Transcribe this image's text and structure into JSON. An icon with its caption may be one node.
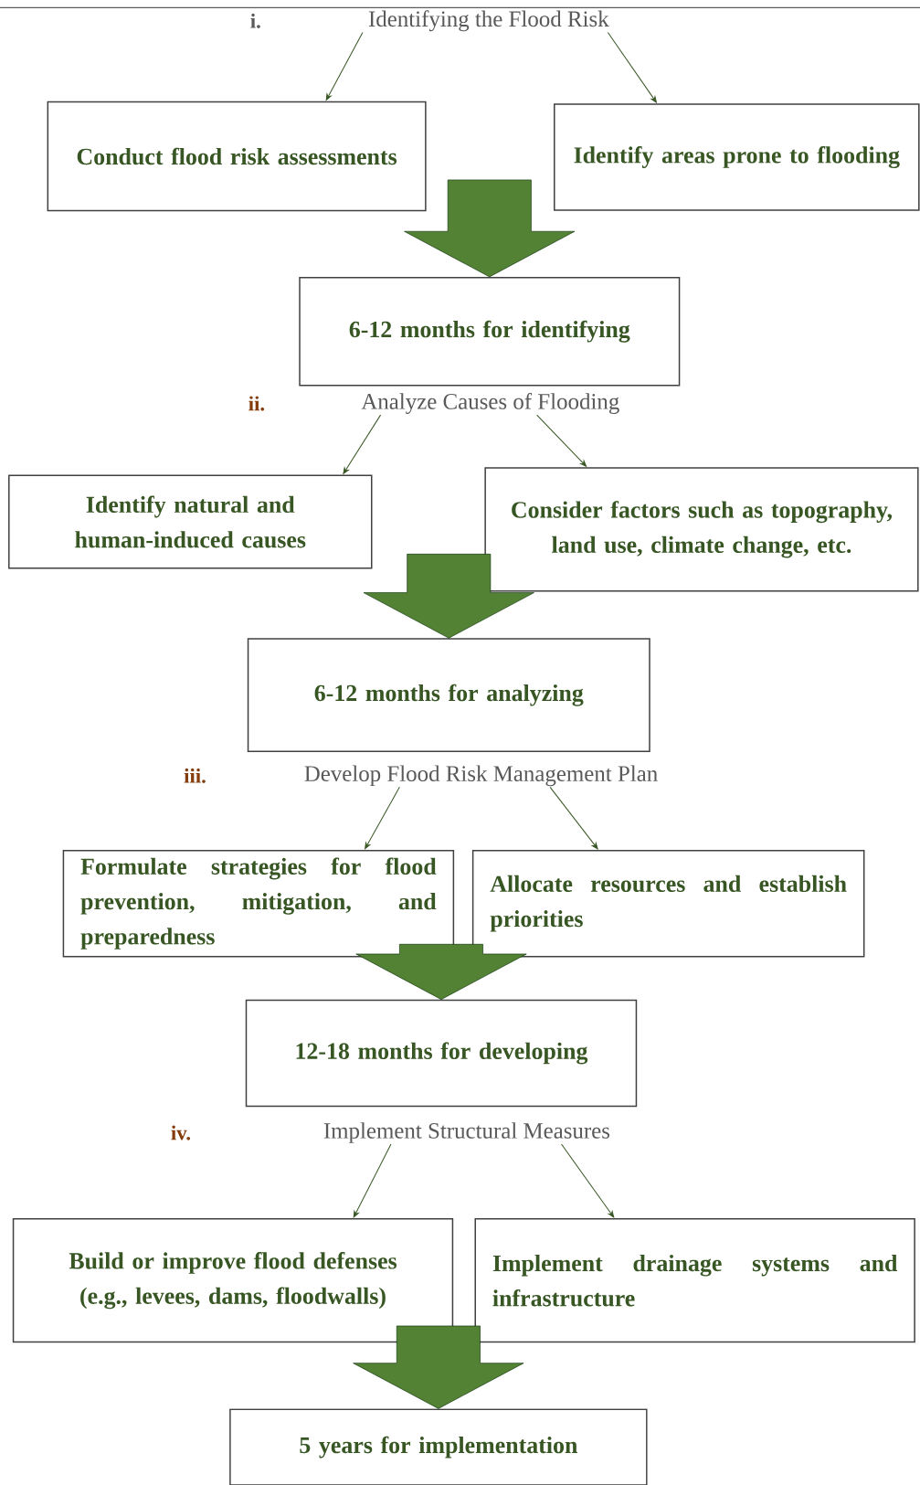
{
  "diagram": {
    "nodes": [
      {
        "text": [
          "Identifying the Flood Risk"
        ]
      },
      {
        "text": [
          "Conduct flood risk assessments"
        ]
      },
      {
        "text": [
          "Identify areas prone to flooding"
        ]
      },
      {
        "text": [
          "6-12 months for identifying"
        ]
      },
      {
        "text": [
          "Analyze Causes of Flooding"
        ]
      },
      {
        "text": [
          "Identify natural and human-induced causes"
        ]
      },
      {
        "text": [
          "Consider factors such as topography, land use, climate change, etc."
        ]
      },
      {
        "text": [
          "6-12 months for analyzing"
        ]
      },
      {
        "text": [
          "Develop Flood Risk Management Plan"
        ]
      },
      {
        "text": [
          "Formulate strategies for flood prevention, mitigation, and preparedness"
        ]
      },
      {
        "text": [
          "Allocate resources and establish priorities"
        ]
      },
      {
        "text": [
          "12-18 months for developing"
        ]
      },
      {
        "text": [
          "Implement Structural Measures"
        ]
      },
      {
        "text": [
          "Build or improve flood defenses (e.g., levees, dams, floodwalls)"
        ]
      },
      {
        "text": [
          "Implement drainage systems and infrastructure"
        ]
      },
      {
        "text": [
          "5 years for implementation"
        ]
      }
    ],
    "edges": [
      {
        "from": 0,
        "to": 1,
        "arrow": "to"
      },
      {
        "from": 0,
        "to": 2,
        "arrow": "to"
      },
      {
        "from": null,
        "to": 3,
        "arrow": "to",
        "style": "thick",
        "color": "#548235"
      },
      {
        "from": 4,
        "to": 5,
        "arrow": "to"
      },
      {
        "from": 4,
        "to": 6,
        "arrow": "to"
      },
      {
        "from": null,
        "to": 7,
        "arrow": "to",
        "style": "thick",
        "color": "#548235"
      },
      {
        "from": 8,
        "to": 9,
        "arrow": "to"
      },
      {
        "from": 8,
        "to": 10,
        "arrow": "to"
      },
      {
        "from": null,
        "to": 11,
        "arrow": "to",
        "style": "thick",
        "color": "#548235"
      },
      {
        "from": 12,
        "to": 13,
        "arrow": "to"
      },
      {
        "from": 12,
        "to": 14,
        "arrow": "to"
      },
      {
        "from": null,
        "to": 15,
        "arrow": "to",
        "style": "thick",
        "color": "#548235"
      }
    ],
    "labels": [
      "i.",
      "ii.",
      "iii.",
      "iv."
    ]
  }
}
